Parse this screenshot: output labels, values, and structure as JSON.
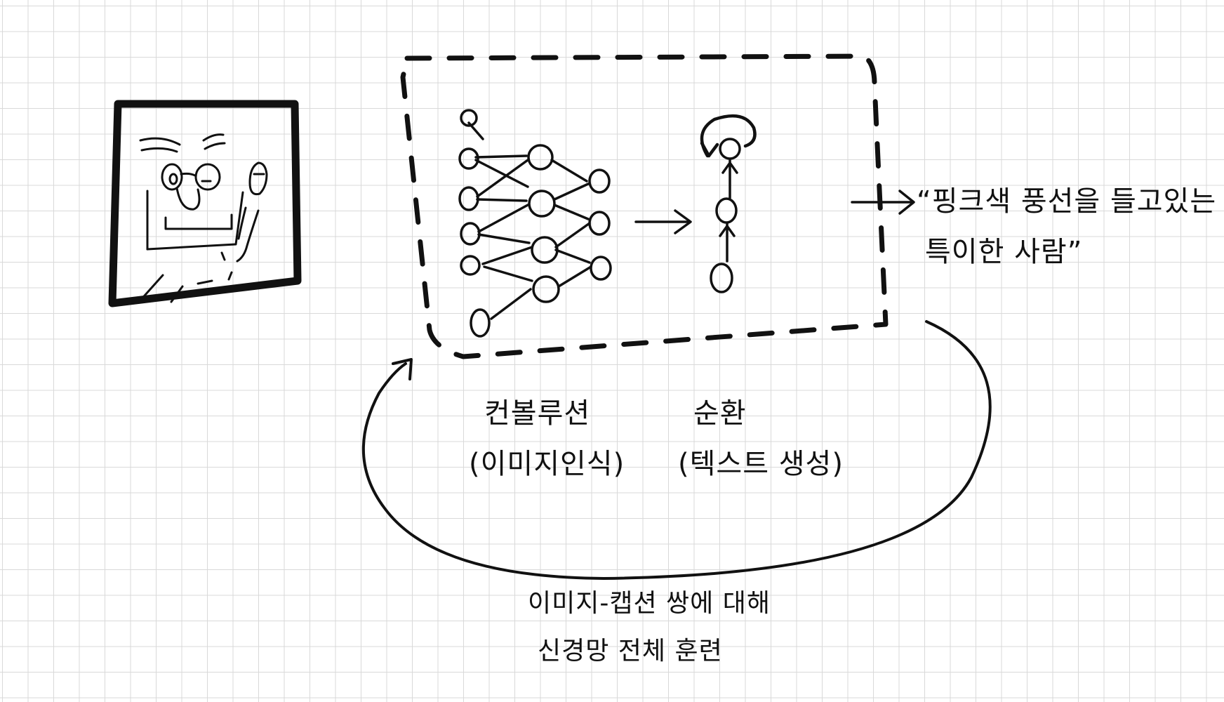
{
  "labels": {
    "output_caption_line1": "“핑크색 풍선을 들고있는",
    "output_caption_line2": "특이한 사람”",
    "cnn_label_line1": "컨볼루션",
    "cnn_label_line2": "(이미지인식)",
    "rnn_label_line1": "순환",
    "rnn_label_line2": "(텍스트 생성)",
    "training_label_line1": "이미지-캡션 쌍에 대해",
    "training_label_line2": "신경망 전체 훈련"
  },
  "colors": {
    "ink": "#111111",
    "recurrent_loop": "#1e88e5",
    "grid": "#d9d9d9"
  },
  "icons": {
    "input_image": "face-portrait-icon",
    "cnn": "neural-network-icon",
    "rnn": "recurrent-chain-icon"
  }
}
